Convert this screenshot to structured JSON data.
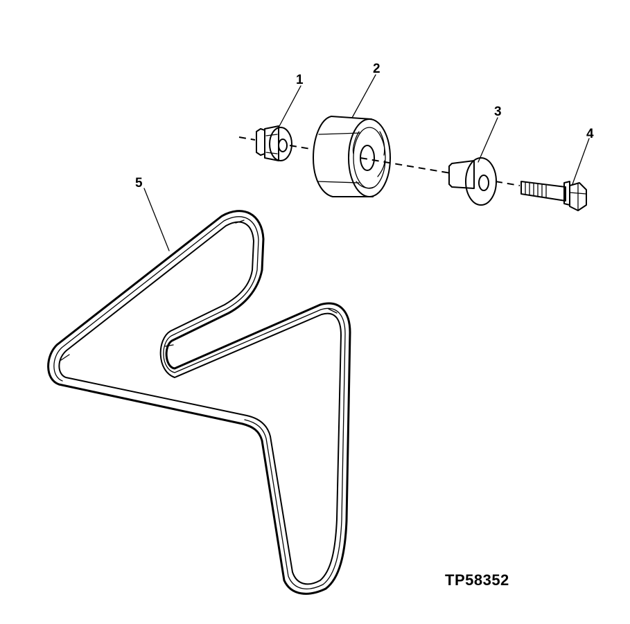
{
  "diagram": {
    "figure_id": "TP58352",
    "callouts": [
      {
        "label": "1"
      },
      {
        "label": "2"
      },
      {
        "label": "3"
      },
      {
        "label": "4"
      },
      {
        "label": "5"
      }
    ]
  }
}
